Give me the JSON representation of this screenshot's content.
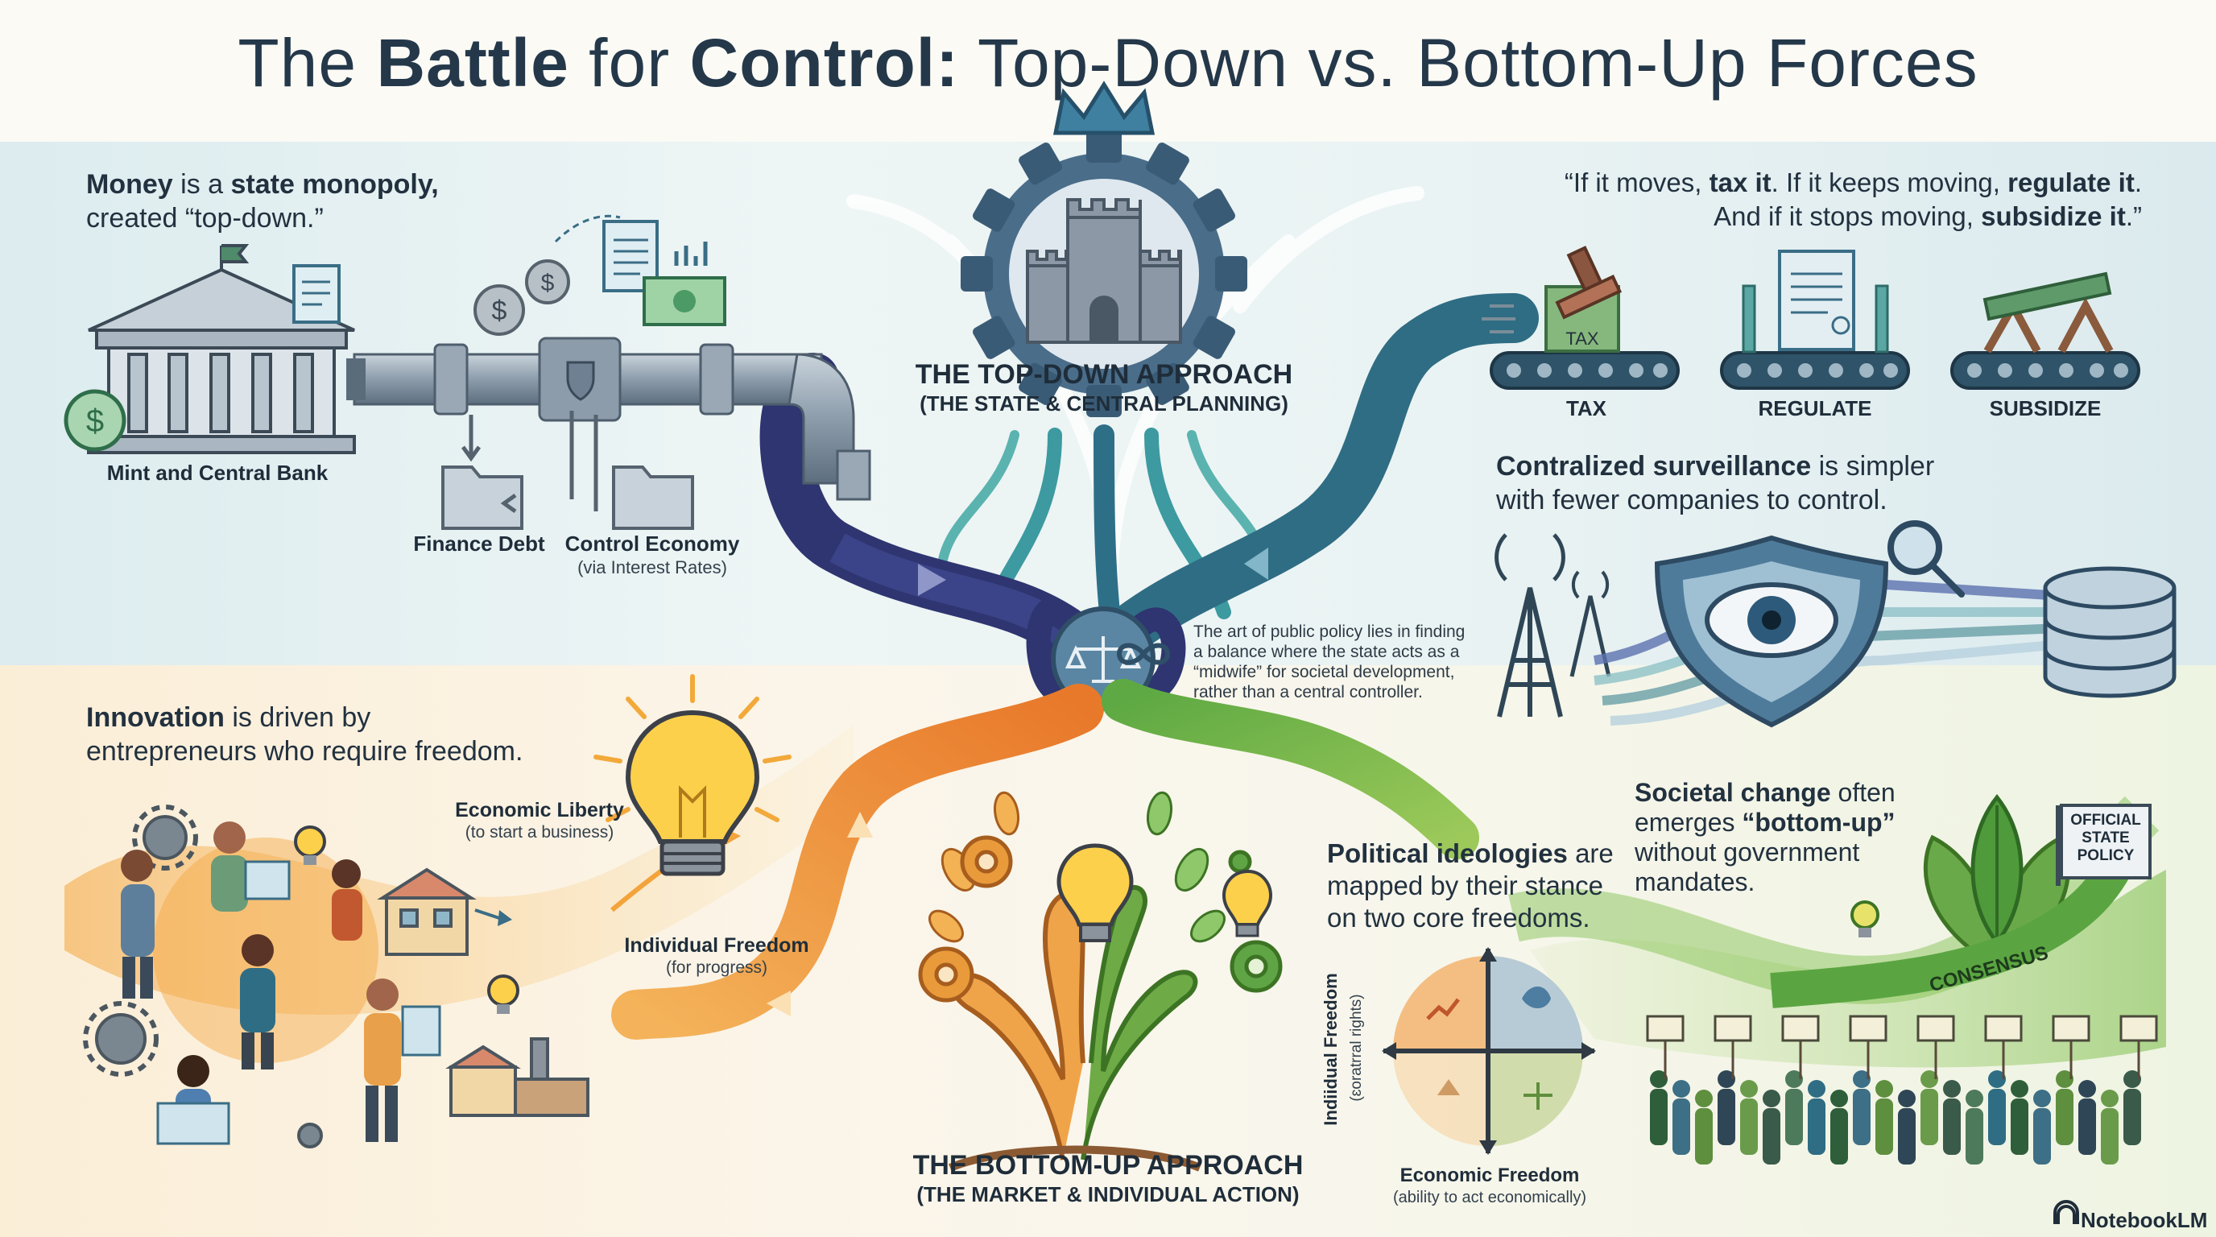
{
  "title": {
    "pre": "The ",
    "bold1": "Battle",
    "mid": " for ",
    "bold2": "Control:",
    "post": " Top-Down vs. Bottom-Up Forces"
  },
  "money": {
    "b1": "Money",
    "t1": " is a ",
    "b2": "state monopoly,",
    "t2": "created “top-down.”",
    "bank_label": "Mint and Central Bank",
    "finance_debt": "Finance Debt",
    "control_economy": "Control Economy",
    "control_economy_sub": "(via Interest Rates)"
  },
  "top_down": {
    "title": "THE TOP-DOWN APPROACH",
    "subtitle": "(THE STATE & CENTRAL PLANNING)"
  },
  "quote": {
    "q1": "“If it moves, ",
    "b1": "tax it",
    "q2": ". If it keeps moving, ",
    "b2": "regulate it",
    "q3": ".",
    "q4": "And if it stops moving, ",
    "b3": "subsidize it",
    "q5": ".”",
    "tax": "TAX",
    "regulate": "REGULATE",
    "subsidize": "SUBSIDIZE",
    "stamp_text": "TAX"
  },
  "surveillance": {
    "b1": "Contralized surveillance",
    "t1": " is simpler",
    "t2": "with fewer companies to control."
  },
  "policy_note": {
    "line1": "The art of public policy lies in finding",
    "line2": "a balance where the state acts as a",
    "line3": "“midwife” for societal development,",
    "line4": "rather than a central controller."
  },
  "innovation": {
    "b1": "Innovation",
    "t1": " is driven by",
    "t2": "entrepreneurs who require freedom.",
    "economic_liberty": "Economic Liberty",
    "economic_liberty_sub": "(to start a business)",
    "individual_freedom": "Individual Freedom",
    "individual_freedom_sub": "(for progress)"
  },
  "bottom_up": {
    "title": "THE BOTTOM-UP APPROACH",
    "subtitle": "(THE MARKET & INDIVIDUAL ACTION)"
  },
  "political": {
    "b1": "Political ideologies",
    "t1": " are",
    "t2": "mapped by their stance",
    "t3": "on two core freedoms.",
    "y_axis": "Indiidual Freedom",
    "y_axis_sub": "(ɛoratrral rights)",
    "x_axis": "Economic Freedom",
    "x_axis_sub": "(ability to act economically)"
  },
  "societal": {
    "b1": "Societal change",
    "t1": " often",
    "t2": "emerges ",
    "b2": "“bottom-up”",
    "t3": "without government",
    "t4": "mandates.",
    "consensus": "CONSENSUS",
    "sign_l1": "OFFICIAL",
    "sign_l2": "STATE",
    "sign_l3": "POLICY"
  },
  "brand": "NotebookLM",
  "colors": {
    "top_bg": "#e4f0f3",
    "bottom_bg": "#fbf3e4",
    "navy": "#2e3570",
    "teal": "#2d6f86",
    "green": "#5e9a3a",
    "orange": "#e98a2c",
    "text": "#1f2d3a"
  }
}
